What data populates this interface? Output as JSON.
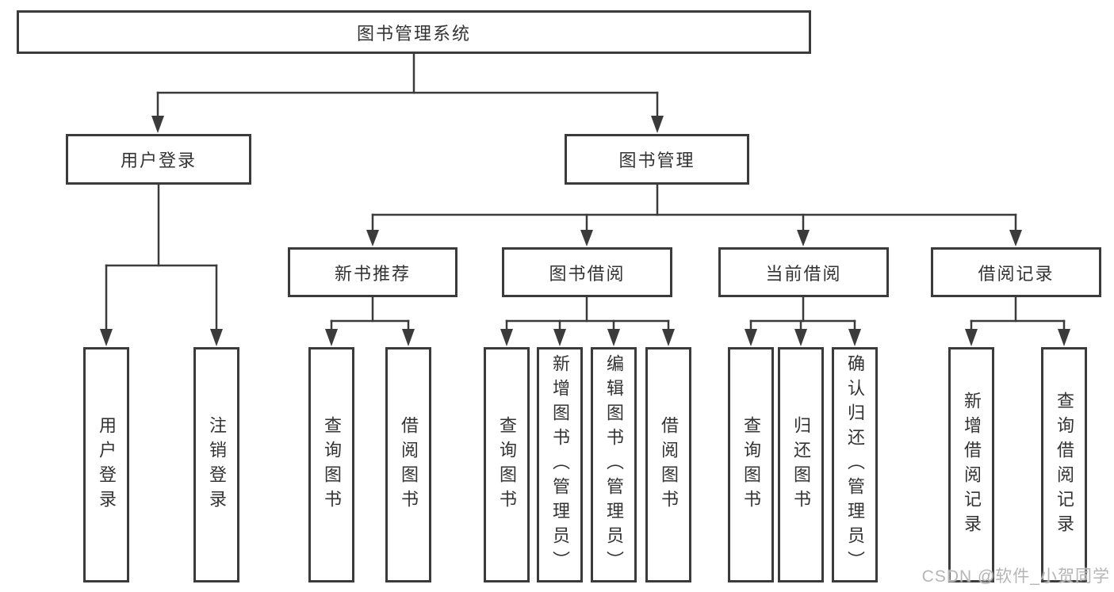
{
  "diagram": {
    "title": "图书管理系统",
    "root": {
      "label": "图书管理系统"
    },
    "branches": [
      {
        "label": "用户登录",
        "children": [
          {
            "label": "用户登录"
          },
          {
            "label": "注销登录"
          }
        ]
      },
      {
        "label": "图书管理",
        "children": [
          {
            "label": "新书推荐",
            "children": [
              {
                "label": "查询图书"
              },
              {
                "label": "借阅图书"
              }
            ]
          },
          {
            "label": "图书借阅",
            "children": [
              {
                "label": "查询图书"
              },
              {
                "label": "新增图书（管理员）"
              },
              {
                "label": "编辑图书（管理员）"
              },
              {
                "label": "借阅图书"
              }
            ]
          },
          {
            "label": "当前借阅",
            "children": [
              {
                "label": "查询图书"
              },
              {
                "label": "归还图书"
              },
              {
                "label": "确认归还（管理员）"
              }
            ]
          },
          {
            "label": "借阅记录",
            "children": [
              {
                "label": "新增借阅记录"
              },
              {
                "label": "查询借阅记录"
              }
            ]
          }
        ]
      }
    ]
  },
  "watermark": {
    "text": "CSDN @软件_小贺同学"
  },
  "colors": {
    "line": "#3b3b3b",
    "box_border": "#3b3b3b",
    "text": "#333333",
    "watermark": "#b5b5b5",
    "background": "#ffffff"
  }
}
